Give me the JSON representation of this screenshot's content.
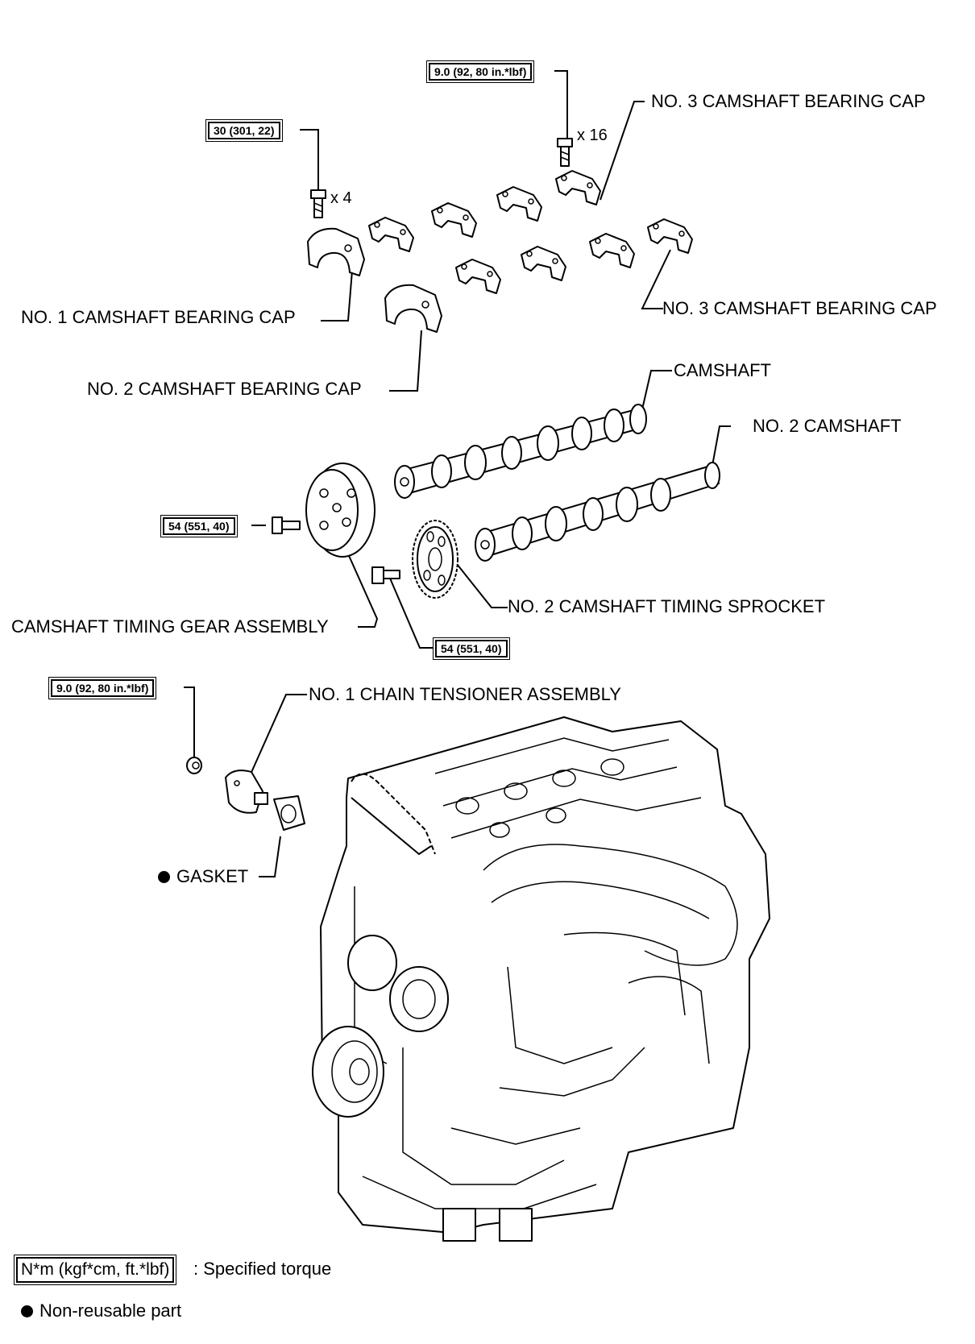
{
  "labels": {
    "no3_cap_top": "NO. 3 CAMSHAFT BEARING CAP",
    "no3_cap_right": "NO. 3 CAMSHAFT BEARING CAP",
    "no1_cap": "NO. 1 CAMSHAFT BEARING CAP",
    "no2_cap": "NO. 2 CAMSHAFT BEARING CAP",
    "camshaft": "CAMSHAFT",
    "no2_camshaft": "NO. 2 CAMSHAFT",
    "timing_gear": "CAMSHAFT TIMING GEAR ASSEMBLY",
    "no2_sprocket": "NO. 2 CAMSHAFT TIMING SPROCKET",
    "chain_tensioner": "NO. 1 CHAIN TENSIONER ASSEMBLY",
    "gasket": "GASKET"
  },
  "torques": {
    "cap3_bolt": "9.0 (92, 80 in.*lbf)",
    "cap1_bolt": "30 (301, 22)",
    "gear_bolt": "54 (551, 40)",
    "sprocket_bolt": "54 (551, 40)",
    "tensioner_nut": "9.0 (92, 80 in.*lbf)"
  },
  "quantities": {
    "cap3_bolts": "x 16",
    "cap1_bolts": "x 4"
  },
  "legend": {
    "torque_unit": "N*m (kgf*cm, ft.*lbf)",
    "torque_text": ": Specified torque",
    "nonreusable_text": "Non-reusable part"
  }
}
